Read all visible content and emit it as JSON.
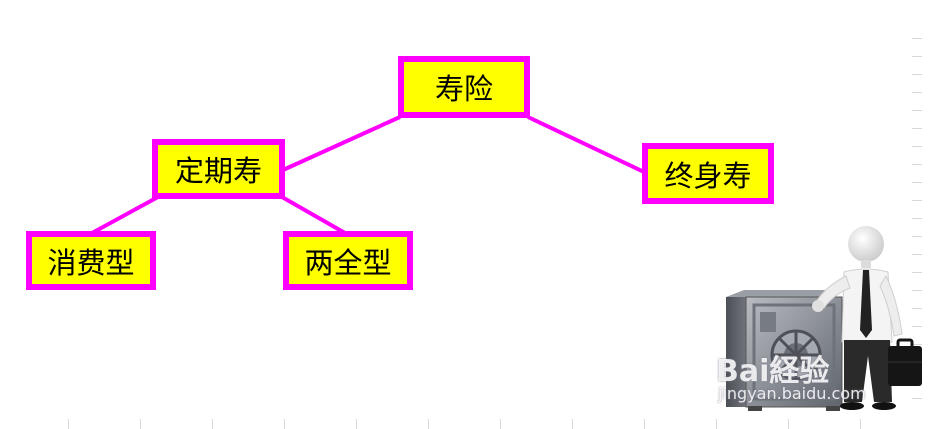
{
  "colors": {
    "node_fill": "#ffff00",
    "node_border": "#ff00ff",
    "connector": "#ff00ff"
  },
  "nodes": {
    "root": "寿险",
    "term": "定期寿",
    "whole": "终身寿",
    "consume": "消费型",
    "endow": "两全型"
  },
  "watermark": {
    "brand": "Bai経验",
    "site": "jingyan.baidu.com"
  },
  "icons": [
    "safe-illustration",
    "businessman-illustration",
    "briefcase-icon"
  ]
}
